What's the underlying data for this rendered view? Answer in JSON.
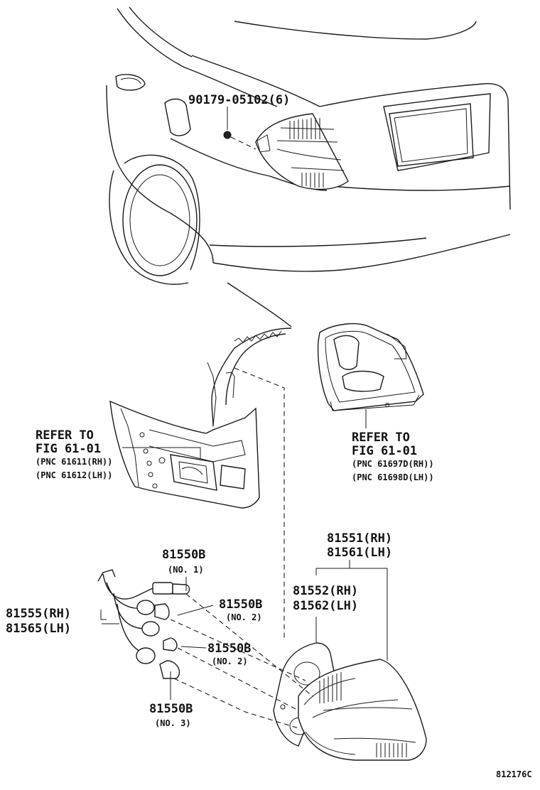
{
  "bolt": {
    "part_no": "90179-05102(6)"
  },
  "left_refer": {
    "line1": "REFER TO",
    "line2": "FIG 61-01",
    "line3": "(PNC 61611(RH))",
    "line4": "(PNC 61612(LH))"
  },
  "right_refer": {
    "line1": "REFER TO",
    "line2": "FIG 61-01",
    "line3": "(PNC 61697D(RH))",
    "line4": "(PNC 61698D(LH))"
  },
  "lamp_assy": {
    "rh": "81551(RH)",
    "lh": "81561(LH)"
  },
  "lens_housing": {
    "rh": "81552(RH)",
    "lh": "81562(LH)"
  },
  "socket_wire": {
    "rh": "81555(RH)",
    "lh": "81565(LH)"
  },
  "bulb_no1": {
    "part_no": "81550B",
    "note": "(NO. 1)"
  },
  "bulb_no2a": {
    "part_no": "81550B",
    "note": "(NO. 2)"
  },
  "bulb_no2b": {
    "part_no": "81550B",
    "note": "(NO. 2)"
  },
  "bulb_no3": {
    "part_no": "81550B",
    "note": "(NO. 3)"
  },
  "figure_code": "812176C"
}
